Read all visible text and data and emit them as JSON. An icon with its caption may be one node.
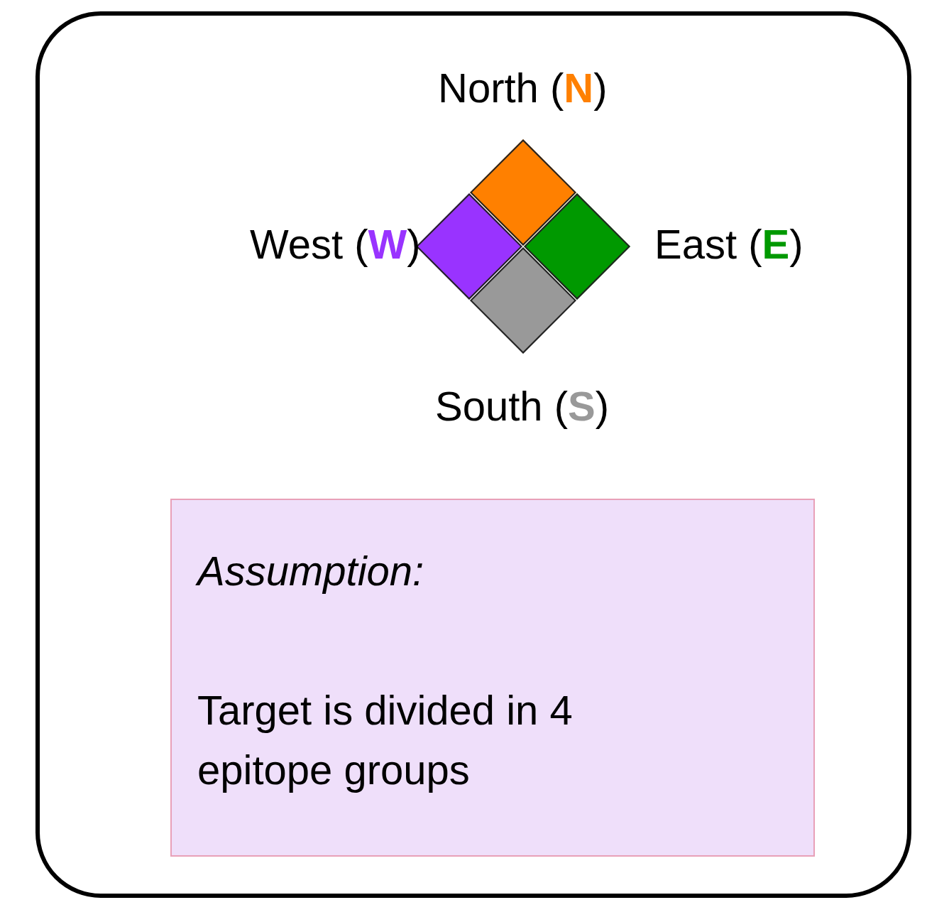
{
  "diagram": {
    "nodes": [
      {
        "text": [],
        "shape": "box"
      },
      {
        "text": [],
        "shape": "box",
        "in": 0,
        "beside": [
          "North (**N**)"
        ]
      },
      {
        "text": [],
        "shape": "box",
        "in": 0,
        "beside": [
          "West (**W**)"
        ]
      },
      {
        "text": [],
        "shape": "box",
        "in": 0,
        "beside": [
          "East (**E**)"
        ]
      },
      {
        "text": [],
        "shape": "box",
        "in": 0,
        "beside": [
          "South (**S**)"
        ]
      },
      {
        "text": [
          "Assumption:",
          "Target is divided in 4 epitope groups"
        ],
        "in": 0
      }
    ]
  }
}
